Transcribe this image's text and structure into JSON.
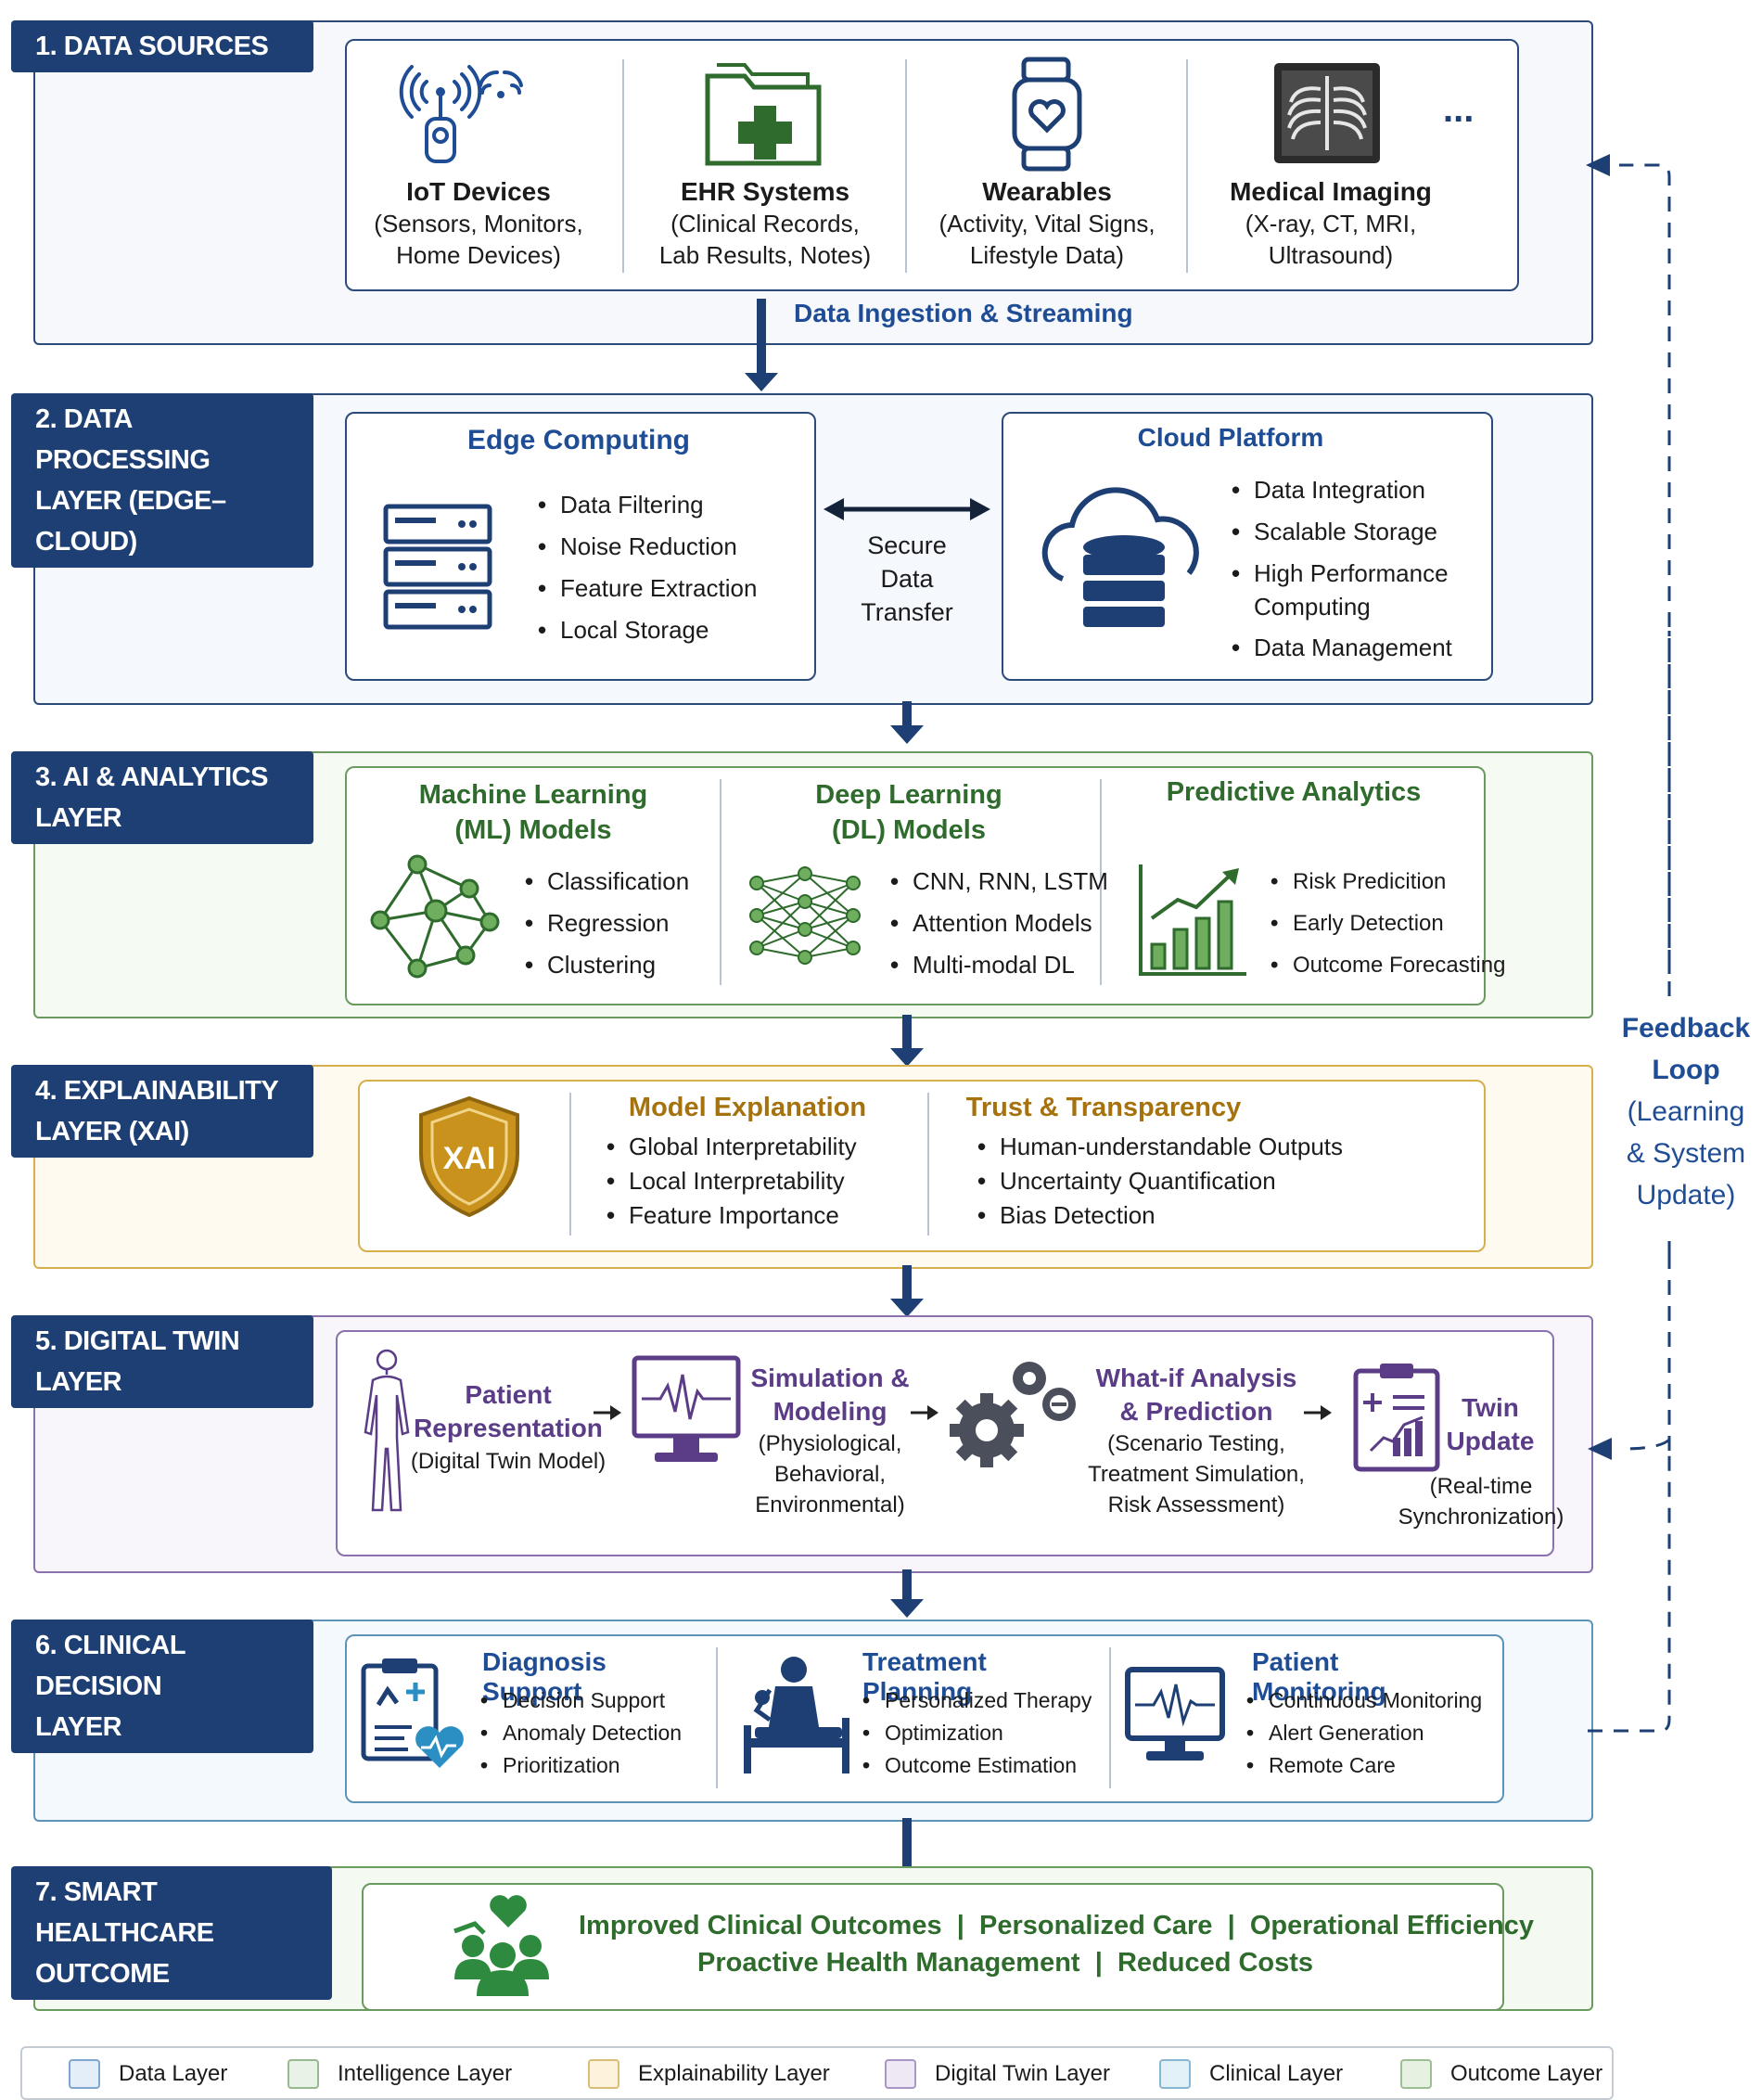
{
  "layer1": {
    "badge": "1. DATA SOURCES",
    "columns": [
      {
        "title": "IoT Devices",
        "desc": [
          "(Sensors, Monitors,",
          "Home Devices)"
        ],
        "icon": "iot-device-icon"
      },
      {
        "title": "EHR Systems",
        "desc": [
          "(Clinical Records,",
          "Lab Results, Notes)"
        ],
        "icon": "medical-folder-icon"
      },
      {
        "title": "Wearables",
        "desc": [
          "(Activity, Vital Signs,",
          "Lifestyle Data)"
        ],
        "icon": "smartwatch-icon"
      },
      {
        "title": "Medical Imaging",
        "desc": [
          "(X-ray, CT, MRI,",
          "Ultrasound)"
        ],
        "icon": "xray-icon"
      }
    ],
    "more": "...",
    "flow_label": "Data Ingestion & Streaming"
  },
  "layer2": {
    "badge": [
      "2. DATA PROCESSING",
      "LAYER (EDGE–CLOUD)"
    ],
    "edge": {
      "title": "Edge Computing",
      "items": [
        "Data Filtering",
        "Noise Reduction",
        "Feature Extraction",
        "Local Storage"
      ]
    },
    "transfer": [
      "Secure",
      "Data",
      "Transfer"
    ],
    "cloud": {
      "title": "Cloud Platform",
      "items": [
        "Data Integration",
        "Scalable Storage",
        "High Performance\nComputing",
        "Data Management"
      ]
    }
  },
  "layer3": {
    "badge": [
      "3. AI & ANALYTICS",
      "LAYER"
    ],
    "ml": {
      "title": [
        "Machine Learning",
        "(ML) Models"
      ],
      "items": [
        "Classification",
        "Regression",
        "Clustering"
      ]
    },
    "dl": {
      "title": [
        "Deep Learning",
        "(DL) Models"
      ],
      "items": [
        "CNN, RNN, LSTM",
        "Attention Models",
        "Multi-modal DL"
      ]
    },
    "pa": {
      "title": "Predictive Analytics",
      "items": [
        "Risk Predicition",
        "Early Detection",
        "Outcome Forecasting"
      ]
    }
  },
  "layer4": {
    "badge": [
      "4. EXPLAINABILITY",
      "LAYER (XAI)"
    ],
    "shield_text": "XAI",
    "model": {
      "title": "Model Explanation",
      "items": [
        "Global Interpretability",
        "Local Interpretability",
        "Feature Importance"
      ]
    },
    "trust": {
      "title": "Trust & Transparency",
      "items": [
        "Human-understandable Outputs",
        "Uncertainty Quantification",
        "Bias Detection"
      ]
    }
  },
  "layer5": {
    "badge": [
      "5. DIGITAL TWIN",
      "LAYER"
    ],
    "patient": {
      "title": [
        "Patient",
        "Representation"
      ],
      "desc": "(Digital Twin Model)"
    },
    "sim": {
      "title": [
        "Simulation &",
        "Modeling"
      ],
      "desc": [
        "(Physiological,",
        "Behavioral,",
        "Environmental)"
      ]
    },
    "whatif": {
      "title": [
        "What-if Analysis",
        "& Prediction"
      ],
      "desc": [
        "(Scenario Testing,",
        "Treatment Simulation,",
        "Risk Assessment)"
      ]
    },
    "twin": {
      "title": [
        "Twin",
        "Update"
      ],
      "desc": [
        "(Real-time",
        "Synchronization)"
      ]
    }
  },
  "layer6": {
    "badge": [
      "6. CLINICAL DECISION",
      "LAYER"
    ],
    "diagnosis": {
      "title": "Diagnosis Support",
      "items": [
        "Decision Support",
        "Anomaly Detection",
        "Prioritization"
      ]
    },
    "treatment": {
      "title": "Treatment Planning",
      "items": [
        "Personalized Therapy",
        "Optimization",
        "Outcome Estimation"
      ]
    },
    "monitoring": {
      "title": "Patient Monitoring",
      "items": [
        "Continuous Monitoring",
        "Alert Generation",
        "Remote Care"
      ]
    }
  },
  "layer7": {
    "badge": [
      "7. SMART HEALTHCARE",
      "OUTCOME"
    ],
    "line1": [
      "Improved Clinical Outcomes",
      "Personalized Care",
      "Operational Efficiency"
    ],
    "line2": [
      "Proactive Health Management",
      "Reduced Costs"
    ],
    "sep": "|"
  },
  "feedback": [
    "Feedback",
    "Loop",
    "(Learning",
    "& System",
    "Update)"
  ],
  "legend": [
    {
      "label": "Data Layer",
      "fill": "#e3eef8",
      "stroke": "#7fa6cf"
    },
    {
      "label": "Intelligence Layer",
      "fill": "#e8f2e6",
      "stroke": "#97b98f"
    },
    {
      "label": "Explainability Layer",
      "fill": "#fdf3dc",
      "stroke": "#d9bd78"
    },
    {
      "label": "Digital Twin Layer",
      "fill": "#eee8f5",
      "stroke": "#a995c6"
    },
    {
      "label": "Clinical Layer",
      "fill": "#e2f0f8",
      "stroke": "#86b6d4"
    },
    {
      "label": "Outcome Layer",
      "fill": "#e6f1e2",
      "stroke": "#9cbf93"
    }
  ],
  "colors": {
    "navy": "#1e3f73",
    "green": "#2e6b2c",
    "gold": "#a5720d",
    "purple": "#5b3c86",
    "blue_text": "#1f4d95"
  }
}
